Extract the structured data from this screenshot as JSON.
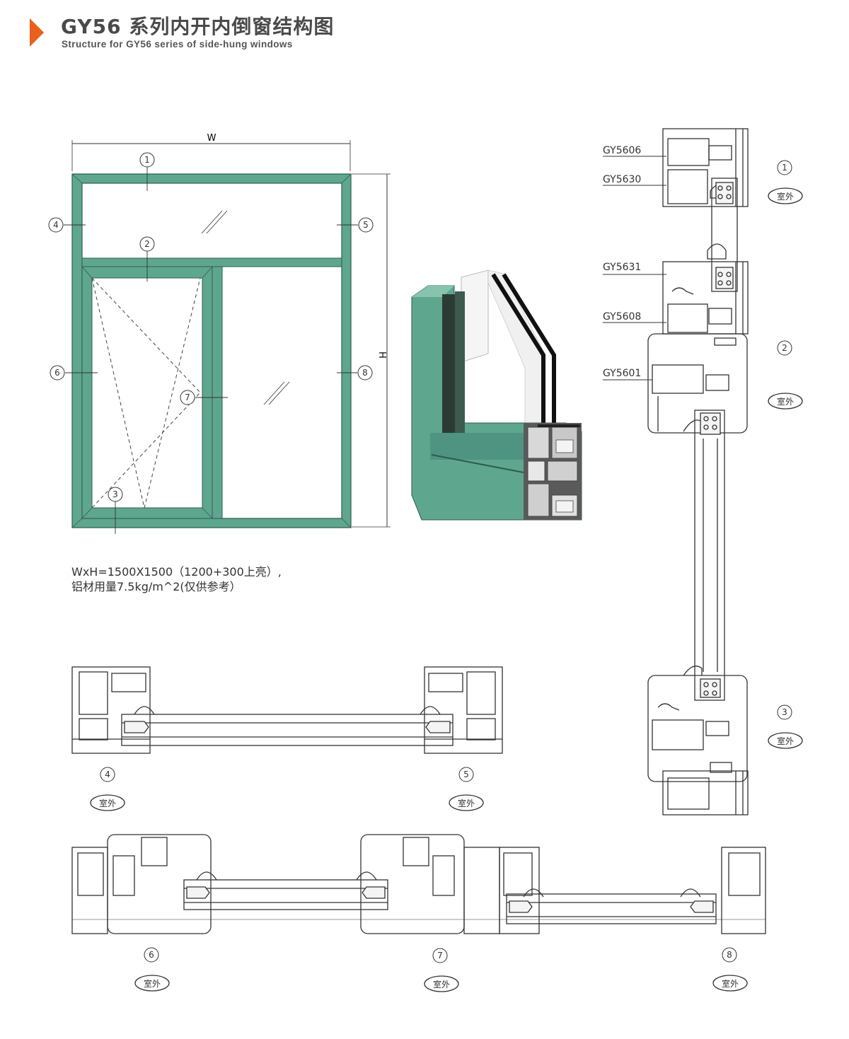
{
  "header": {
    "title": "GY56 系列内开内倒窗结构图",
    "subtitle": "Structure for GY56 series of side-hung windows",
    "accent_color": "#e8601c"
  },
  "elevation": {
    "width_label": "W",
    "height_label": "H",
    "frame_color": "#5fa68f",
    "callouts": [
      "1",
      "2",
      "3",
      "4",
      "5",
      "6",
      "7",
      "8"
    ]
  },
  "specs": {
    "line1": "WxH=1500X1500（1200+300上亮）,",
    "line2": "铝材用量7.5kg/m^2(仅供参考）"
  },
  "section_vertical": {
    "profiles": [
      "GY5606",
      "GY5630",
      "GY5631",
      "GY5608",
      "GY5601"
    ],
    "callouts": [
      "1",
      "2",
      "3"
    ],
    "exterior_label": "室外"
  },
  "section_horizontal_top": {
    "callouts": [
      "4",
      "5"
    ],
    "exterior_label": "室外"
  },
  "section_horizontal_bottom": {
    "callouts": [
      "6",
      "7",
      "8"
    ],
    "exterior_label": "室外"
  }
}
